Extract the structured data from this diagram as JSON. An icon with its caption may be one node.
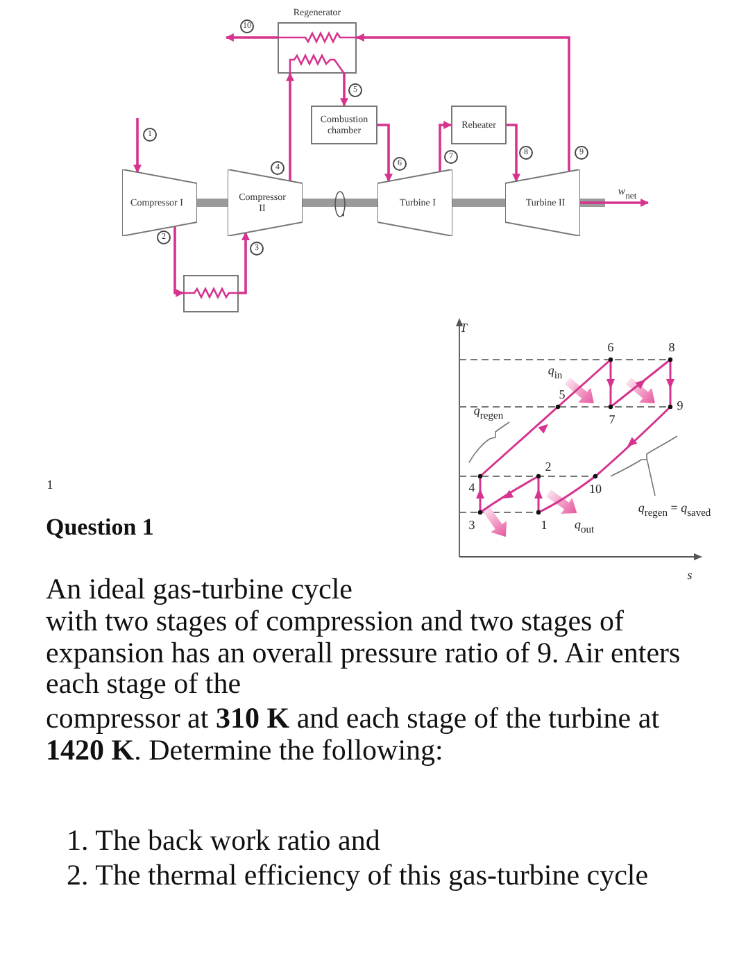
{
  "diagram": {
    "title": "Question 1",
    "nodes": [
      {
        "text": [
          "Regenerator"
        ]
      },
      {
        "text": [
          "Combustion chamber"
        ]
      },
      {
        "text": [
          "Reheater"
        ]
      },
      {
        "text": [
          "Compressor I"
        ]
      },
      {
        "text": [
          "Compressor II"
        ]
      },
      {
        "text": [
          "Turbine I"
        ]
      },
      {
        "text": [
          "Turbine II"
        ]
      },
      {
        "text": [],
        "shape": "box"
      }
    ],
    "edges": [
      {
        "from": null,
        "to": 3,
        "arrow": "to",
        "label": "1"
      },
      {
        "from": 3,
        "to": 7,
        "arrow": "to",
        "label": "2"
      },
      {
        "from": 7,
        "to": 4,
        "arrow": "to",
        "label": "3"
      },
      {
        "from": 4,
        "to": 0,
        "arrow": "to",
        "label": "4"
      },
      {
        "from": 0,
        "to": 1,
        "arrow": "to",
        "label": "5"
      },
      {
        "from": 1,
        "to": 5,
        "arrow": "to",
        "label": "6"
      },
      {
        "from": 5,
        "to": 2,
        "arrow": "to",
        "label": "7"
      },
      {
        "from": 2,
        "to": 6,
        "arrow": "to",
        "label": "8"
      },
      {
        "from": 6,
        "to": 0,
        "arrow": "to",
        "label": "9"
      },
      {
        "from": 0,
        "to": null,
        "arrow": "to",
        "label": "10"
      },
      {
        "from": 3,
        "to": 4,
        "arrow": "none",
        "style": "thick",
        "color": "#9a9a9a"
      },
      {
        "from": 4,
        "to": 5,
        "arrow": "none",
        "style": "thick",
        "color": "#9a9a9a"
      },
      {
        "from": 5,
        "to": 6,
        "arrow": "none",
        "style": "thick",
        "color": "#9a9a9a"
      },
      {
        "from": 6,
        "to": null,
        "arrow": "to",
        "label": "*w*$_{net}$"
      }
    ],
    "labels": [
      "*T*",
      "6",
      "8",
      "*q*$_{in}$",
      "5",
      "*q*$_{regen}$",
      "7",
      "9",
      "2",
      "4",
      "10",
      "1",
      "*q*$_{regen}$ = *q*$_{saved}$",
      "3",
      "1",
      "*q*$_{out}$",
      "*s*",
      "An ideal gas-turbine cycle",
      "with two stages of compression and two stages of expansion has an overall pressure ratio of 9. Air enters each stage of the",
      "compressor at **310 K** and each stage of the turbine at **1420 K**. Determine the following:",
      "1. The back work ratio and",
      "2. The thermal efficiency of this gas-turbine cycle"
    ]
  }
}
